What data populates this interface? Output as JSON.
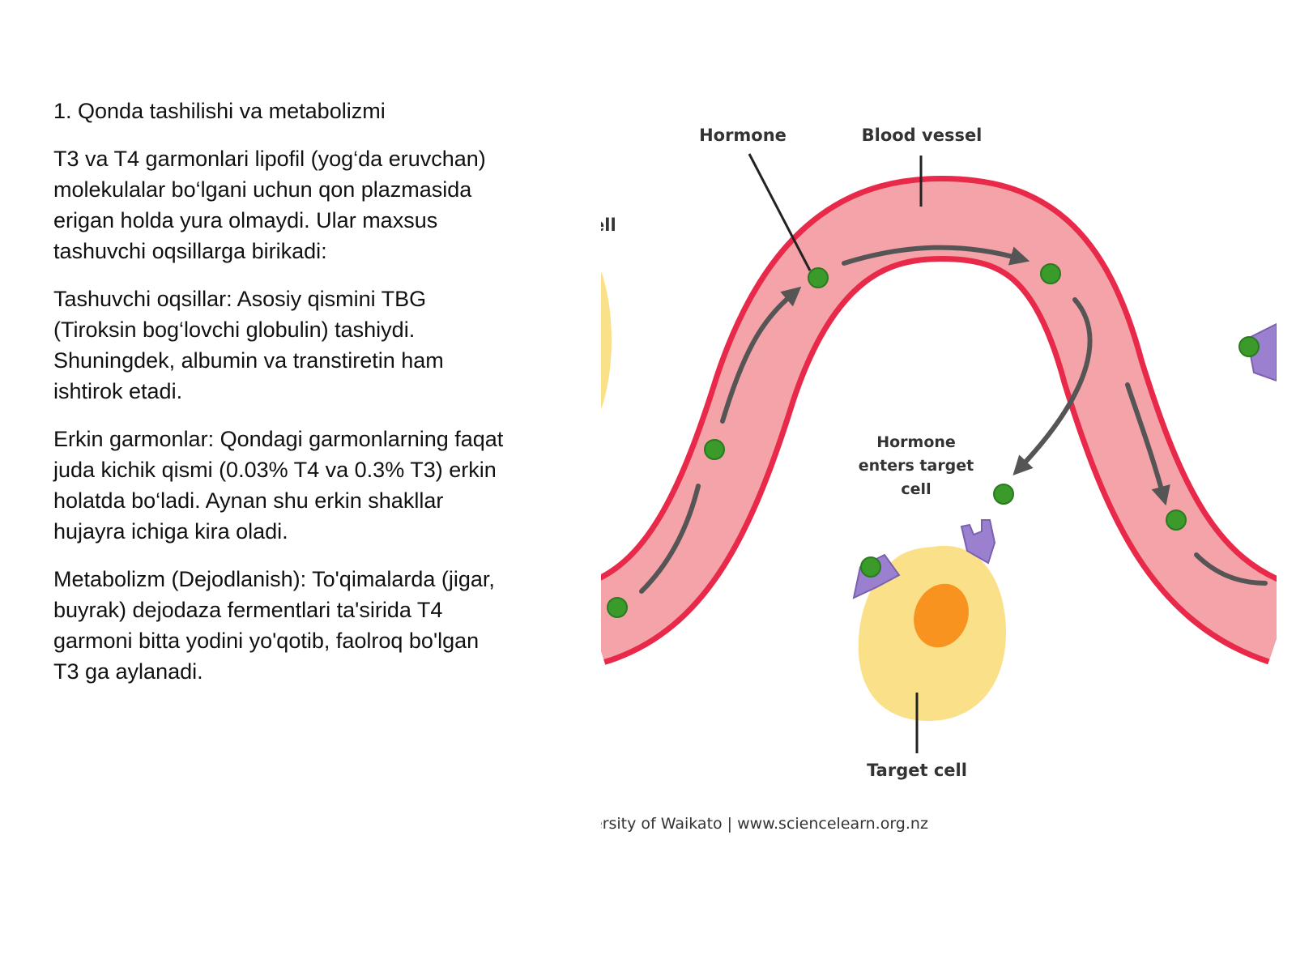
{
  "text": {
    "heading": "1. Qonda tashilishi va metabolizmi",
    "paragraph_1": "T3 va T4 garmonlari lipofil (yog‘da eruvchan) molekulalar bo‘lgani uchun qon plazmasida erigan holda yura olmaydi. Ular maxsus tashuvchi oqsillarga birikadi:",
    "paragraph_2": "Tashuvchi oqsillar: Asosiy qismini TBG (Tiroksin bog‘lovchi globulin) tashiydi. Shuningdek, albumin va transtiretin ham ishtirok etadi.",
    "paragraph_3": "Erkin garmonlar: Qondagi garmonlarning faqat juda kichik qismi (0.03% T4 va 0.3% T3) erkin holatda bo‘ladi. Aynan shu erkin shakllar hujayra ichiga kira oladi.",
    "paragraph_4": "Metabolizm (Dejodlanish): To'qimalarda (jigar, buyrak) dejodaza fermentlari ta'sirida T4 garmoni bitta yodini yo'qotib, faolroq bo'lgan T3 ga aylanadi."
  },
  "figure": {
    "label_hormone": "Hormone",
    "label_blood_vessel": "Blood vessel",
    "label_enters_1": "Hormone",
    "label_enters_2": "enters target",
    "label_enters_3": "cell",
    "label_target_cell": "Target cell",
    "label_cut_left": "ell",
    "credit": "ersity of Waikato | www.sciencelearn.org.nz",
    "colors": {
      "vessel_fill": "#f4a3a8",
      "vessel_wall": "#e8294a",
      "hormone": "#3a9a2a",
      "cell_fill": "#fbe08a",
      "nucleus": "#f7931e",
      "receptor": "#9b80cf",
      "arrow": "#555555"
    }
  }
}
